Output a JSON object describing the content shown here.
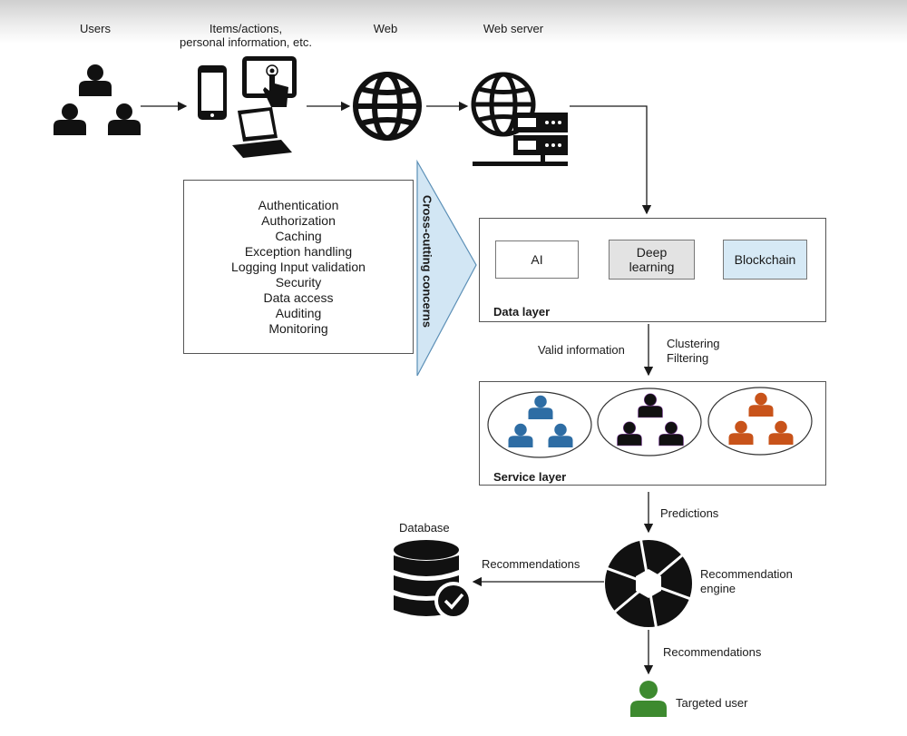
{
  "header": {
    "users": "Users",
    "items_line1": "Items/actions,",
    "items_line2": "personal information, etc.",
    "web": "Web",
    "web_server": "Web server"
  },
  "cross_cutting": {
    "title": "Cross-cutting concerns",
    "items": [
      "Authentication",
      "Authorization",
      "Caching",
      "Exception handling",
      "Logging Input validation",
      "Security",
      "Data access",
      "Auditing",
      "Monitoring"
    ]
  },
  "data_layer": {
    "title": "Data layer",
    "ai": "AI",
    "deep_line1": "Deep",
    "deep_line2": "learning",
    "blockchain": "Blockchain"
  },
  "flow": {
    "valid_information": "Valid information",
    "clustering": "Clustering",
    "filtering": "Filtering",
    "predictions": "Predictions",
    "recommendations_left": "Recommendations",
    "recommendations_down": "Recommendations"
  },
  "service_layer": {
    "title": "Service layer"
  },
  "database": {
    "label": "Database"
  },
  "engine": {
    "line1": "Recommendation",
    "line2": "engine"
  },
  "target": {
    "label": "Targeted user"
  },
  "colors": {
    "group_blue": "#2e6da4",
    "group_black": "#111111",
    "group_orange": "#c8531a",
    "target_green": "#3d8a2f",
    "blockchain_fill": "#d6e9f5",
    "deep_fill": "#e3e3e3",
    "triangle_fill": "#d2e6f4"
  }
}
